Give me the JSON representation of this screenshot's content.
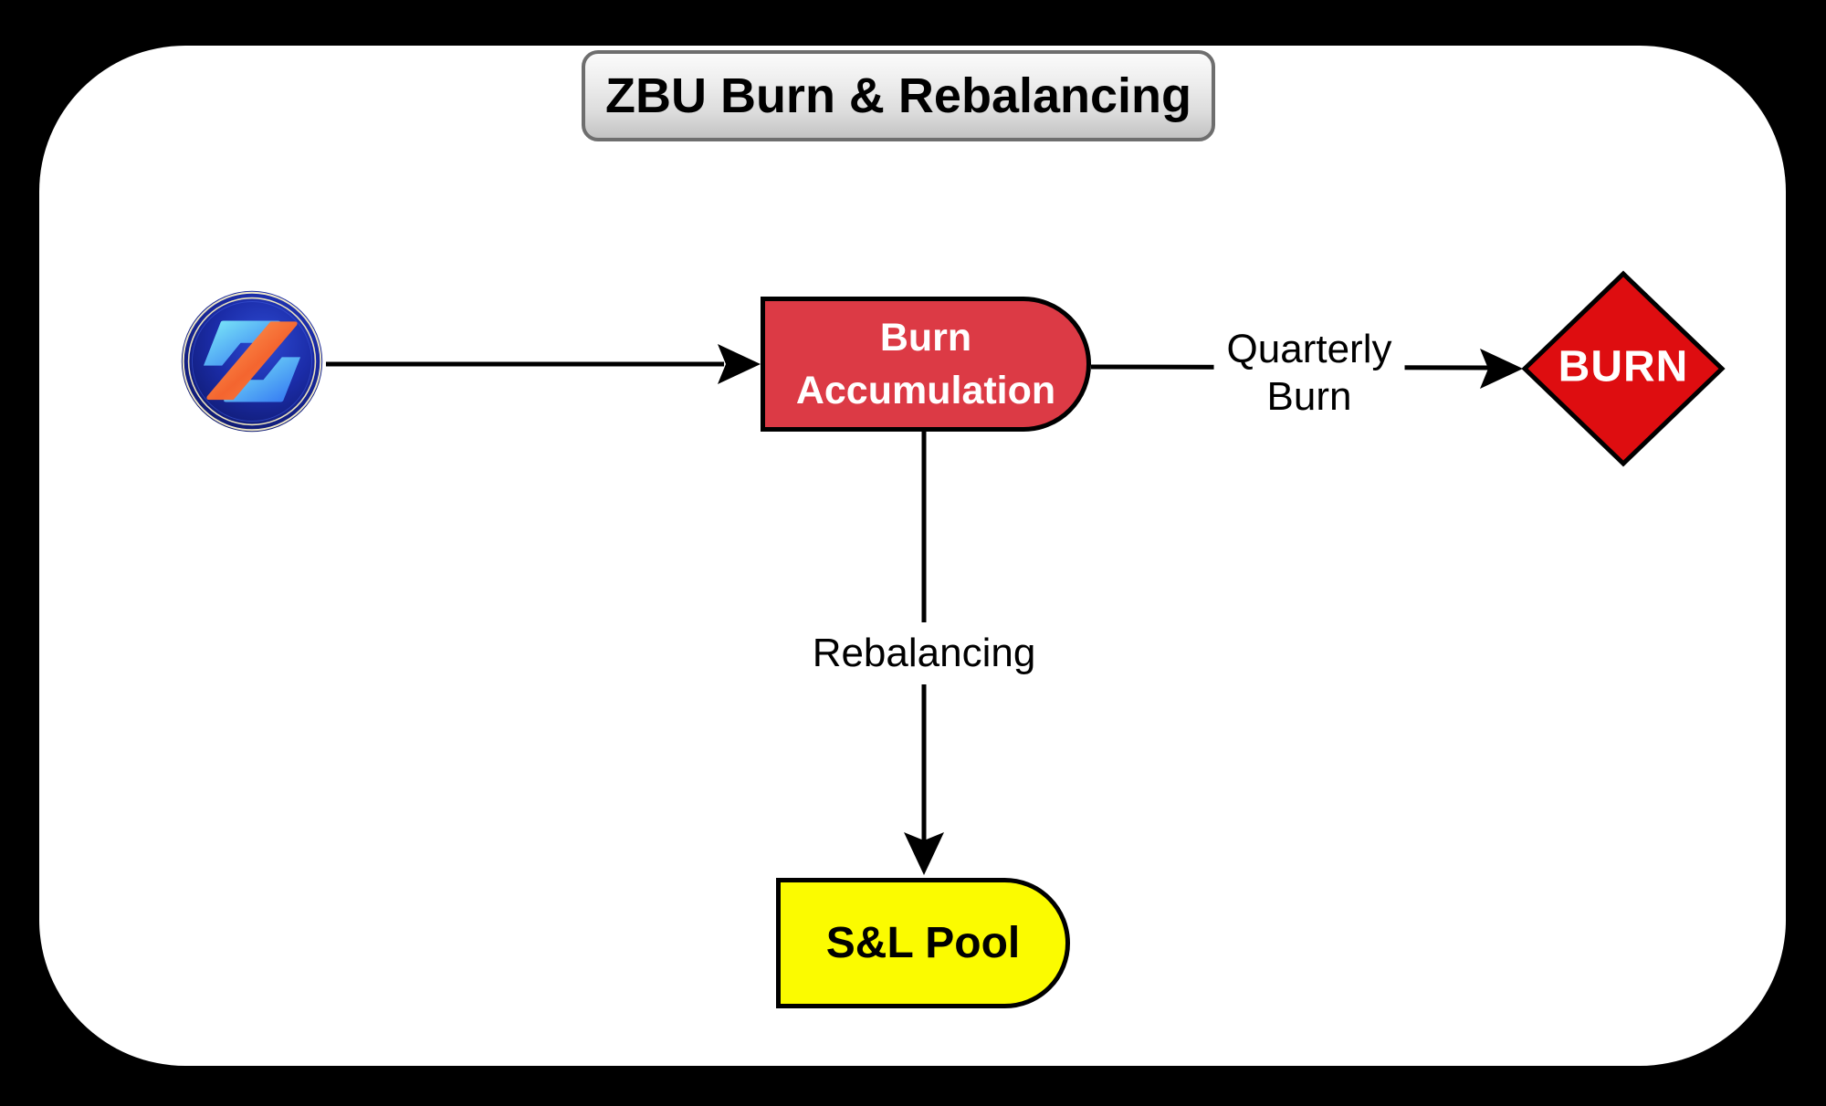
{
  "title": {
    "text": "ZBU Burn & Rebalancing"
  },
  "nodes": {
    "token_source": {
      "icon": "zbu-token-logo",
      "description": "ZBU token coin logo"
    },
    "burn_accumulation": {
      "label": "Burn Accumulation",
      "fill": "#dc3a45",
      "text_color": "#ffffff",
      "shape": "half-stadium"
    },
    "burn": {
      "label": "BURN",
      "fill": "#de0d10",
      "text_color": "#ffffff",
      "shape": "diamond"
    },
    "snl_pool": {
      "label": "S&L Pool",
      "fill": "#fbfb00",
      "text_color": "#000000",
      "shape": "half-stadium"
    }
  },
  "edges": {
    "token_to_accumulation": {
      "label": ""
    },
    "quarterly_burn": {
      "line1": "Quarterly",
      "line2": "Burn"
    },
    "rebalancing": {
      "label": "Rebalancing"
    }
  },
  "colors": {
    "page_background": "#000000",
    "canvas_background": "#ffffff",
    "line_color": "#000000",
    "title_gradient_top": "#fbfbfb",
    "title_gradient_bottom": "#c3c3c3",
    "title_border": "#6e6e6e",
    "logo_coin_blue": "#16249b",
    "logo_ring_cream": "#efe8c6",
    "logo_symbol_cyan": "#55d9f2",
    "logo_symbol_orange": "#f97a3a"
  }
}
